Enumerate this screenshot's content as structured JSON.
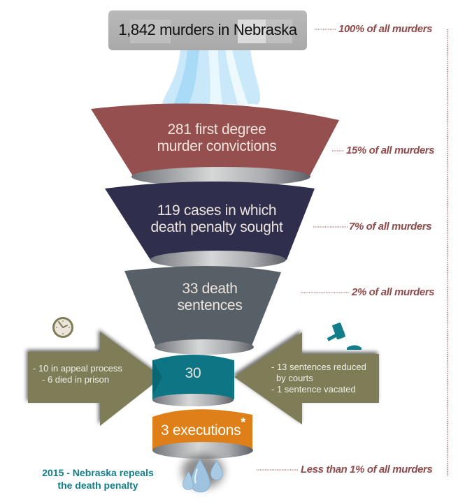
{
  "funnel": {
    "top": {
      "label": "1,842 murders in Nebraska",
      "percent_label": "100% of all murders"
    },
    "stages": [
      {
        "id": "convictions",
        "line1": "281 first degree",
        "line2": "murder convictions",
        "percent_label": "15% of all murders",
        "color": "#954f4f"
      },
      {
        "id": "sought",
        "line1": "119 cases in which",
        "line2": "death penalty sought",
        "percent_label": "7% of all murders",
        "color": "#2f2e4d"
      },
      {
        "id": "sentences",
        "line1": "33 death",
        "line2": "sentences",
        "percent_label": "2% of all murders",
        "color": "#586067"
      },
      {
        "id": "remaining",
        "line1": "30",
        "color": "#0e7584"
      },
      {
        "id": "executions",
        "line1": "3 executions",
        "footnote_marker": "*",
        "percent_label": "Less than 1% of all murders",
        "color": "#de7f17"
      }
    ]
  },
  "arrows": {
    "left": {
      "icon": "clock-icon",
      "lines": [
        "- 10 in appeal process",
        "- 6 died in prison"
      ]
    },
    "right": {
      "icon": "gavel-icon",
      "lines": [
        "- 13 sentences reduced",
        "by courts",
        "- 1 sentence vacated"
      ]
    }
  },
  "footer_note": {
    "line1": "2015 - Nebraska repeals",
    "line2": "the death penalty"
  },
  "colors": {
    "percent_text": "#8f4a4b",
    "arrow_fill": "#7f7d58",
    "accent_teal": "#127e8a",
    "water": "#bfe3f7"
  }
}
